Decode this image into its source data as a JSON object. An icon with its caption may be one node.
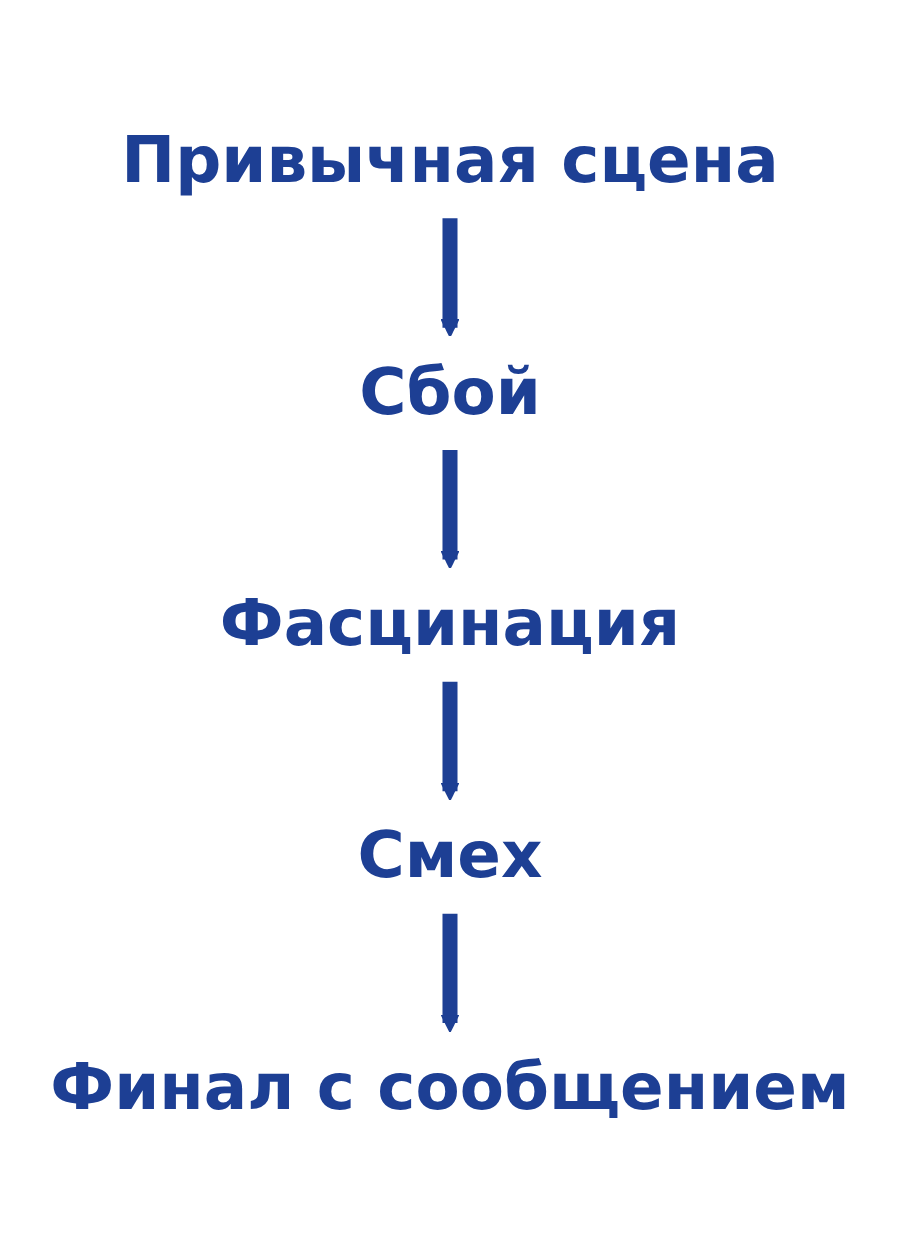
{
  "diagram": {
    "nodes": [
      {
        "text": [
          "Привычная сцена"
        ]
      },
      {
        "text": [
          "Сбой"
        ]
      },
      {
        "text": [
          "Фасцинация"
        ]
      },
      {
        "text": [
          "Смех"
        ]
      },
      {
        "text": [
          "Финал с сообщением"
        ]
      }
    ],
    "edges": [
      {
        "from": 0,
        "to": 1,
        "arrow": "to"
      },
      {
        "from": 1,
        "to": 2,
        "arrow": "to"
      },
      {
        "from": 2,
        "to": 3,
        "arrow": "to"
      },
      {
        "from": 3,
        "to": 4,
        "arrow": "to"
      }
    ]
  }
}
